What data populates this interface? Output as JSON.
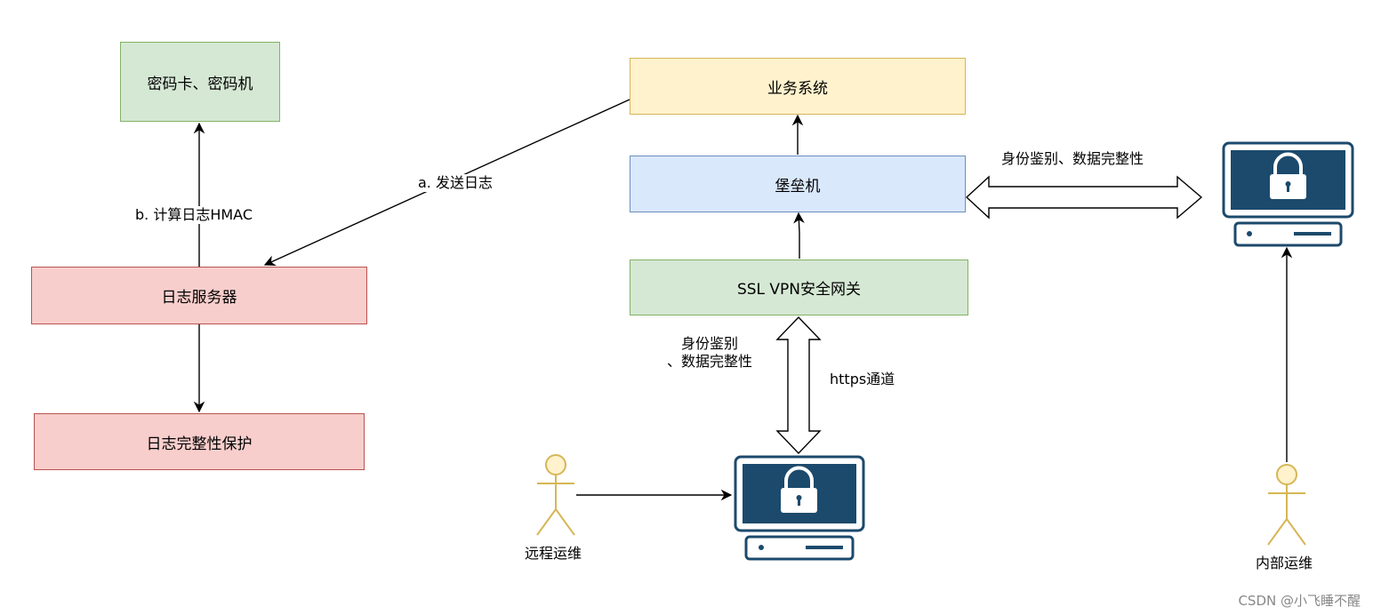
{
  "nodes": {
    "crypto_card": "密码卡、密码机",
    "log_server": "日志服务器",
    "log_integrity": "日志完整性保护",
    "business_system": "业务系统",
    "bastion_host": "堡垒机",
    "ssl_vpn_gateway": "SSL VPN安全网关"
  },
  "edges": {
    "compute_hmac": "b. 计算日志HMAC",
    "send_log": "a. 发送日志",
    "auth_integrity_right": "身份鉴别、数据完整性",
    "auth_line1": "身份鉴别",
    "auth_line2": "、数据完整性",
    "https_tunnel": "https通道"
  },
  "actors": {
    "remote_ops": "远程运维",
    "internal_ops": "内部运维"
  },
  "watermark": "CSDN @小飞睡不醒",
  "colors": {
    "green_fill": "#d5e8d4",
    "green_stroke": "#82b366",
    "red_fill": "#f8cecc",
    "red_stroke": "#b85450",
    "yellow_fill": "#fff2cc",
    "yellow_stroke": "#d6b656",
    "blue_fill": "#dae8fc",
    "blue_stroke": "#6c8ebf",
    "terminal_navy": "#1c4a6c",
    "actor_fill": "#fff2cc",
    "actor_stroke": "#d6b656"
  }
}
